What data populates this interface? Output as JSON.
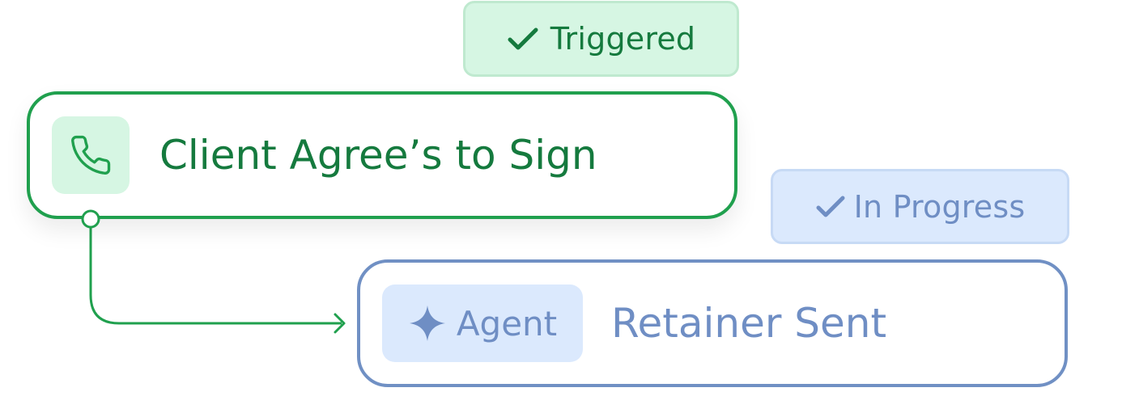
{
  "badges": {
    "triggered": "Triggered",
    "in_progress": "In Progress"
  },
  "nodes": {
    "trigger": {
      "title": "Client Agree’s to Sign",
      "icon": "phone-icon"
    },
    "agent": {
      "chip_label": "Agent",
      "chip_icon": "sparkle-icon",
      "title": "Retainer Sent"
    }
  },
  "colors": {
    "green": "#157a3e",
    "green_border": "#20a04e",
    "green_bg": "#d6f6e3",
    "blue": "#6f8ec4",
    "blue_border": "#7090c4",
    "blue_bg": "#dbe9fd"
  }
}
